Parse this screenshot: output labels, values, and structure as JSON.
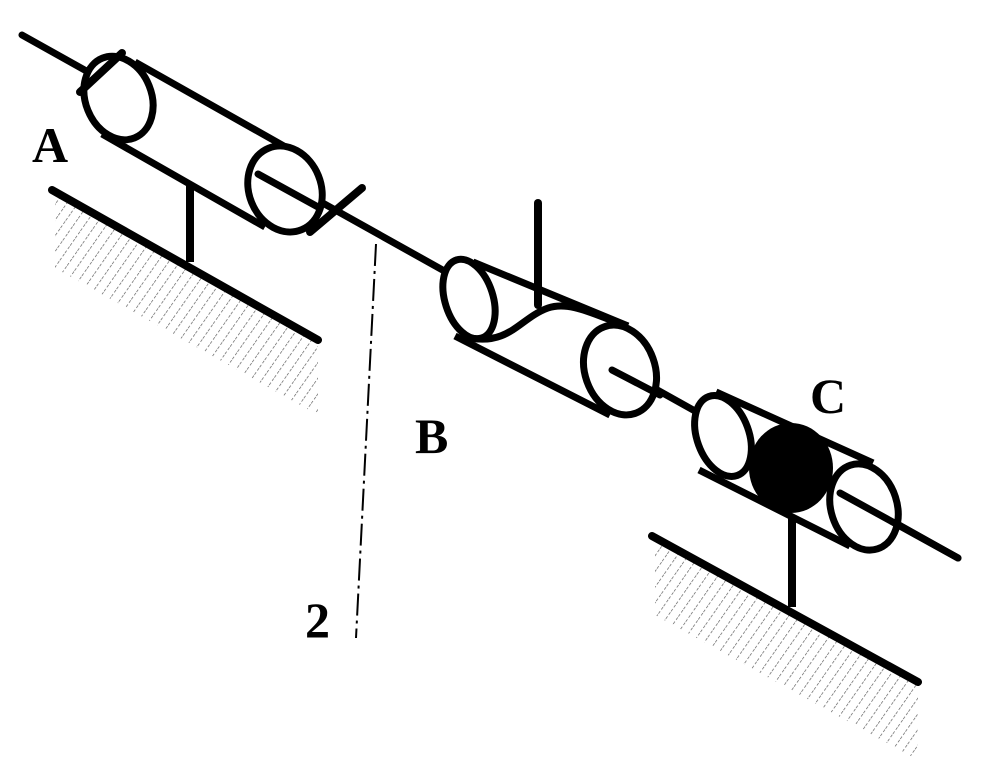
{
  "labels": {
    "a": "A",
    "b": "B",
    "c": "C",
    "two": "2"
  },
  "colors": {
    "ink": "#000000",
    "background": "#ffffff"
  }
}
